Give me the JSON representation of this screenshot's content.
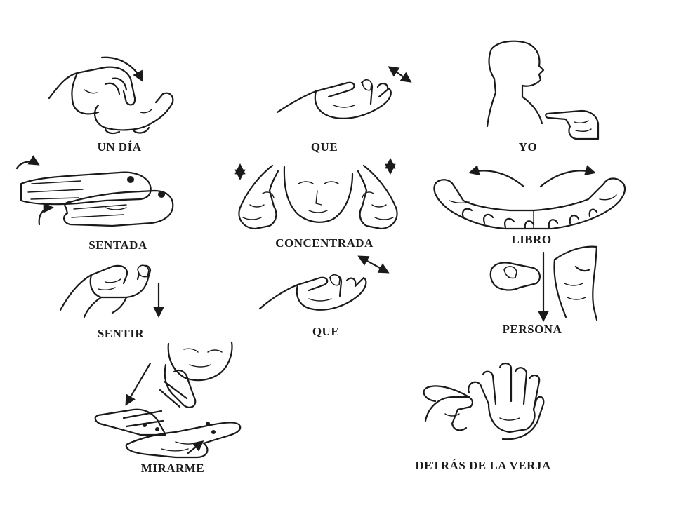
{
  "signs": [
    {
      "id": "un-dia",
      "label": "UN DÍA"
    },
    {
      "id": "que-1",
      "label": "QUE"
    },
    {
      "id": "yo",
      "label": "YO"
    },
    {
      "id": "sentada",
      "label": "SENTADA"
    },
    {
      "id": "concentrada",
      "label": "CONCENTRADA"
    },
    {
      "id": "libro",
      "label": "LIBRO"
    },
    {
      "id": "sentir",
      "label": "SENTIR"
    },
    {
      "id": "que-2",
      "label": "QUE"
    },
    {
      "id": "persona",
      "label": "PERSONA"
    },
    {
      "id": "mirarme",
      "label": "MIRARME"
    },
    {
      "id": "detras-de-la-verja",
      "label": "DETRÁS DE LA VERJA"
    }
  ]
}
